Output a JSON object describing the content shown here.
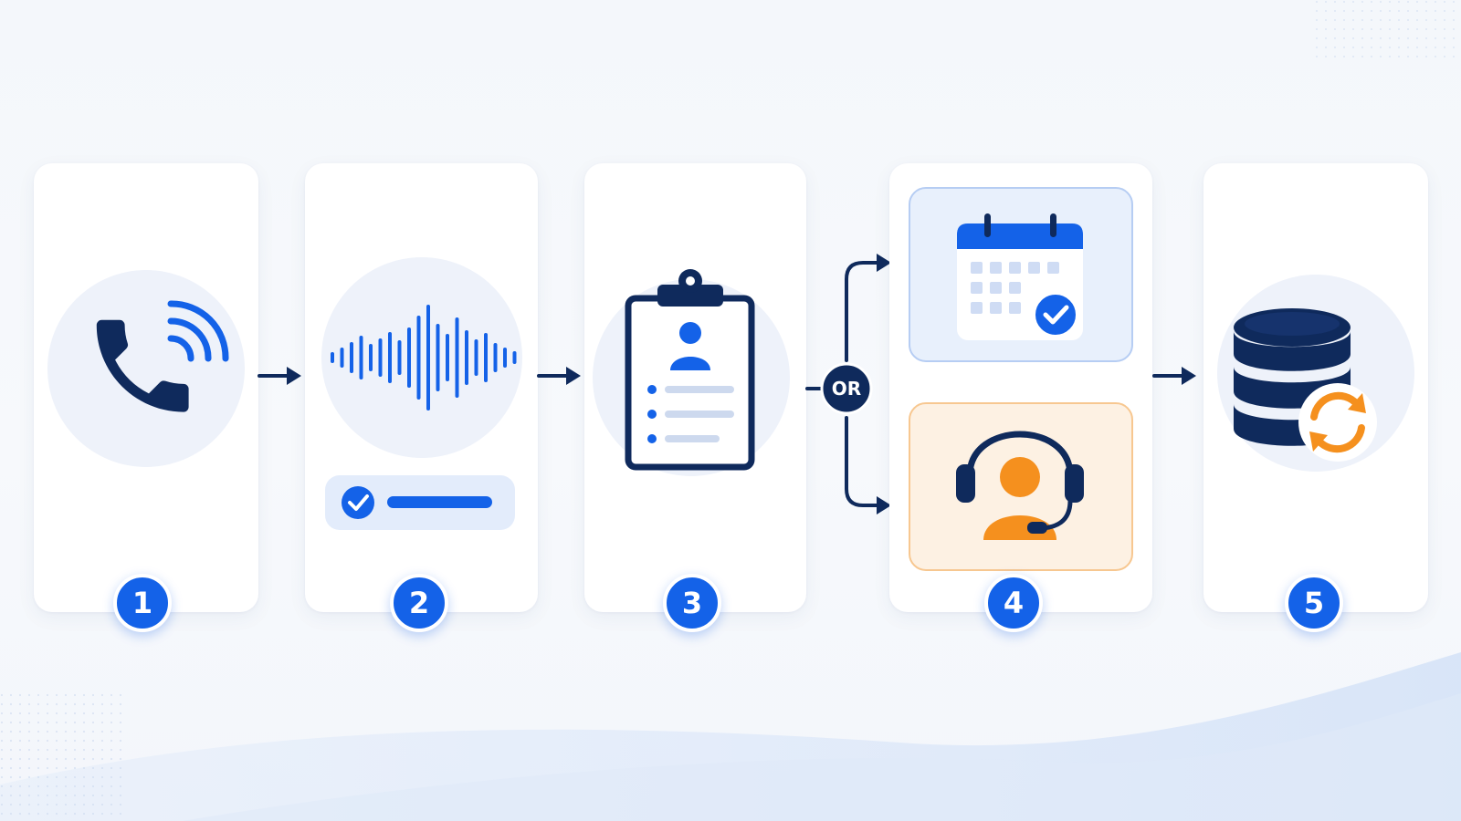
{
  "steps": [
    {
      "number": "1",
      "icon": "phone-call-icon"
    },
    {
      "number": "2",
      "icon": "voice-waveform-icon"
    },
    {
      "number": "3",
      "icon": "clipboard-profile-icon"
    },
    {
      "number": "4",
      "icon": [
        "calendar-check-icon",
        "support-agent-icon"
      ]
    },
    {
      "number": "5",
      "icon": "database-sync-icon"
    }
  ],
  "branch": {
    "label": "OR"
  },
  "colors": {
    "primary_blue": "#1462e8",
    "navy": "#0f2a5c",
    "accent_orange": "#f5901e",
    "light_blue_panel": "#e8f0fc",
    "light_orange_panel": "#fdf1e3"
  }
}
